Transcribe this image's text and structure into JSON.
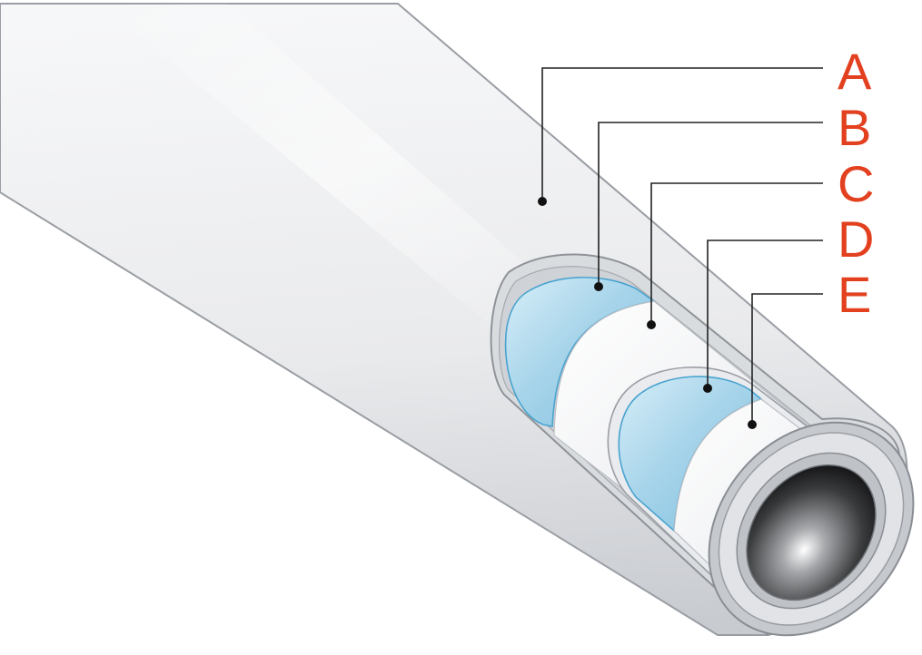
{
  "labels": {
    "a": "A",
    "b": "B",
    "c": "C",
    "d": "D",
    "e": "E"
  },
  "colors": {
    "label_red": "#e3401f",
    "pipe_white": "#f1f2f4",
    "pipe_shade": "#c9ccd1",
    "inner_blue": "#a9d6ea",
    "outline_gray": "#9a9ea4"
  }
}
